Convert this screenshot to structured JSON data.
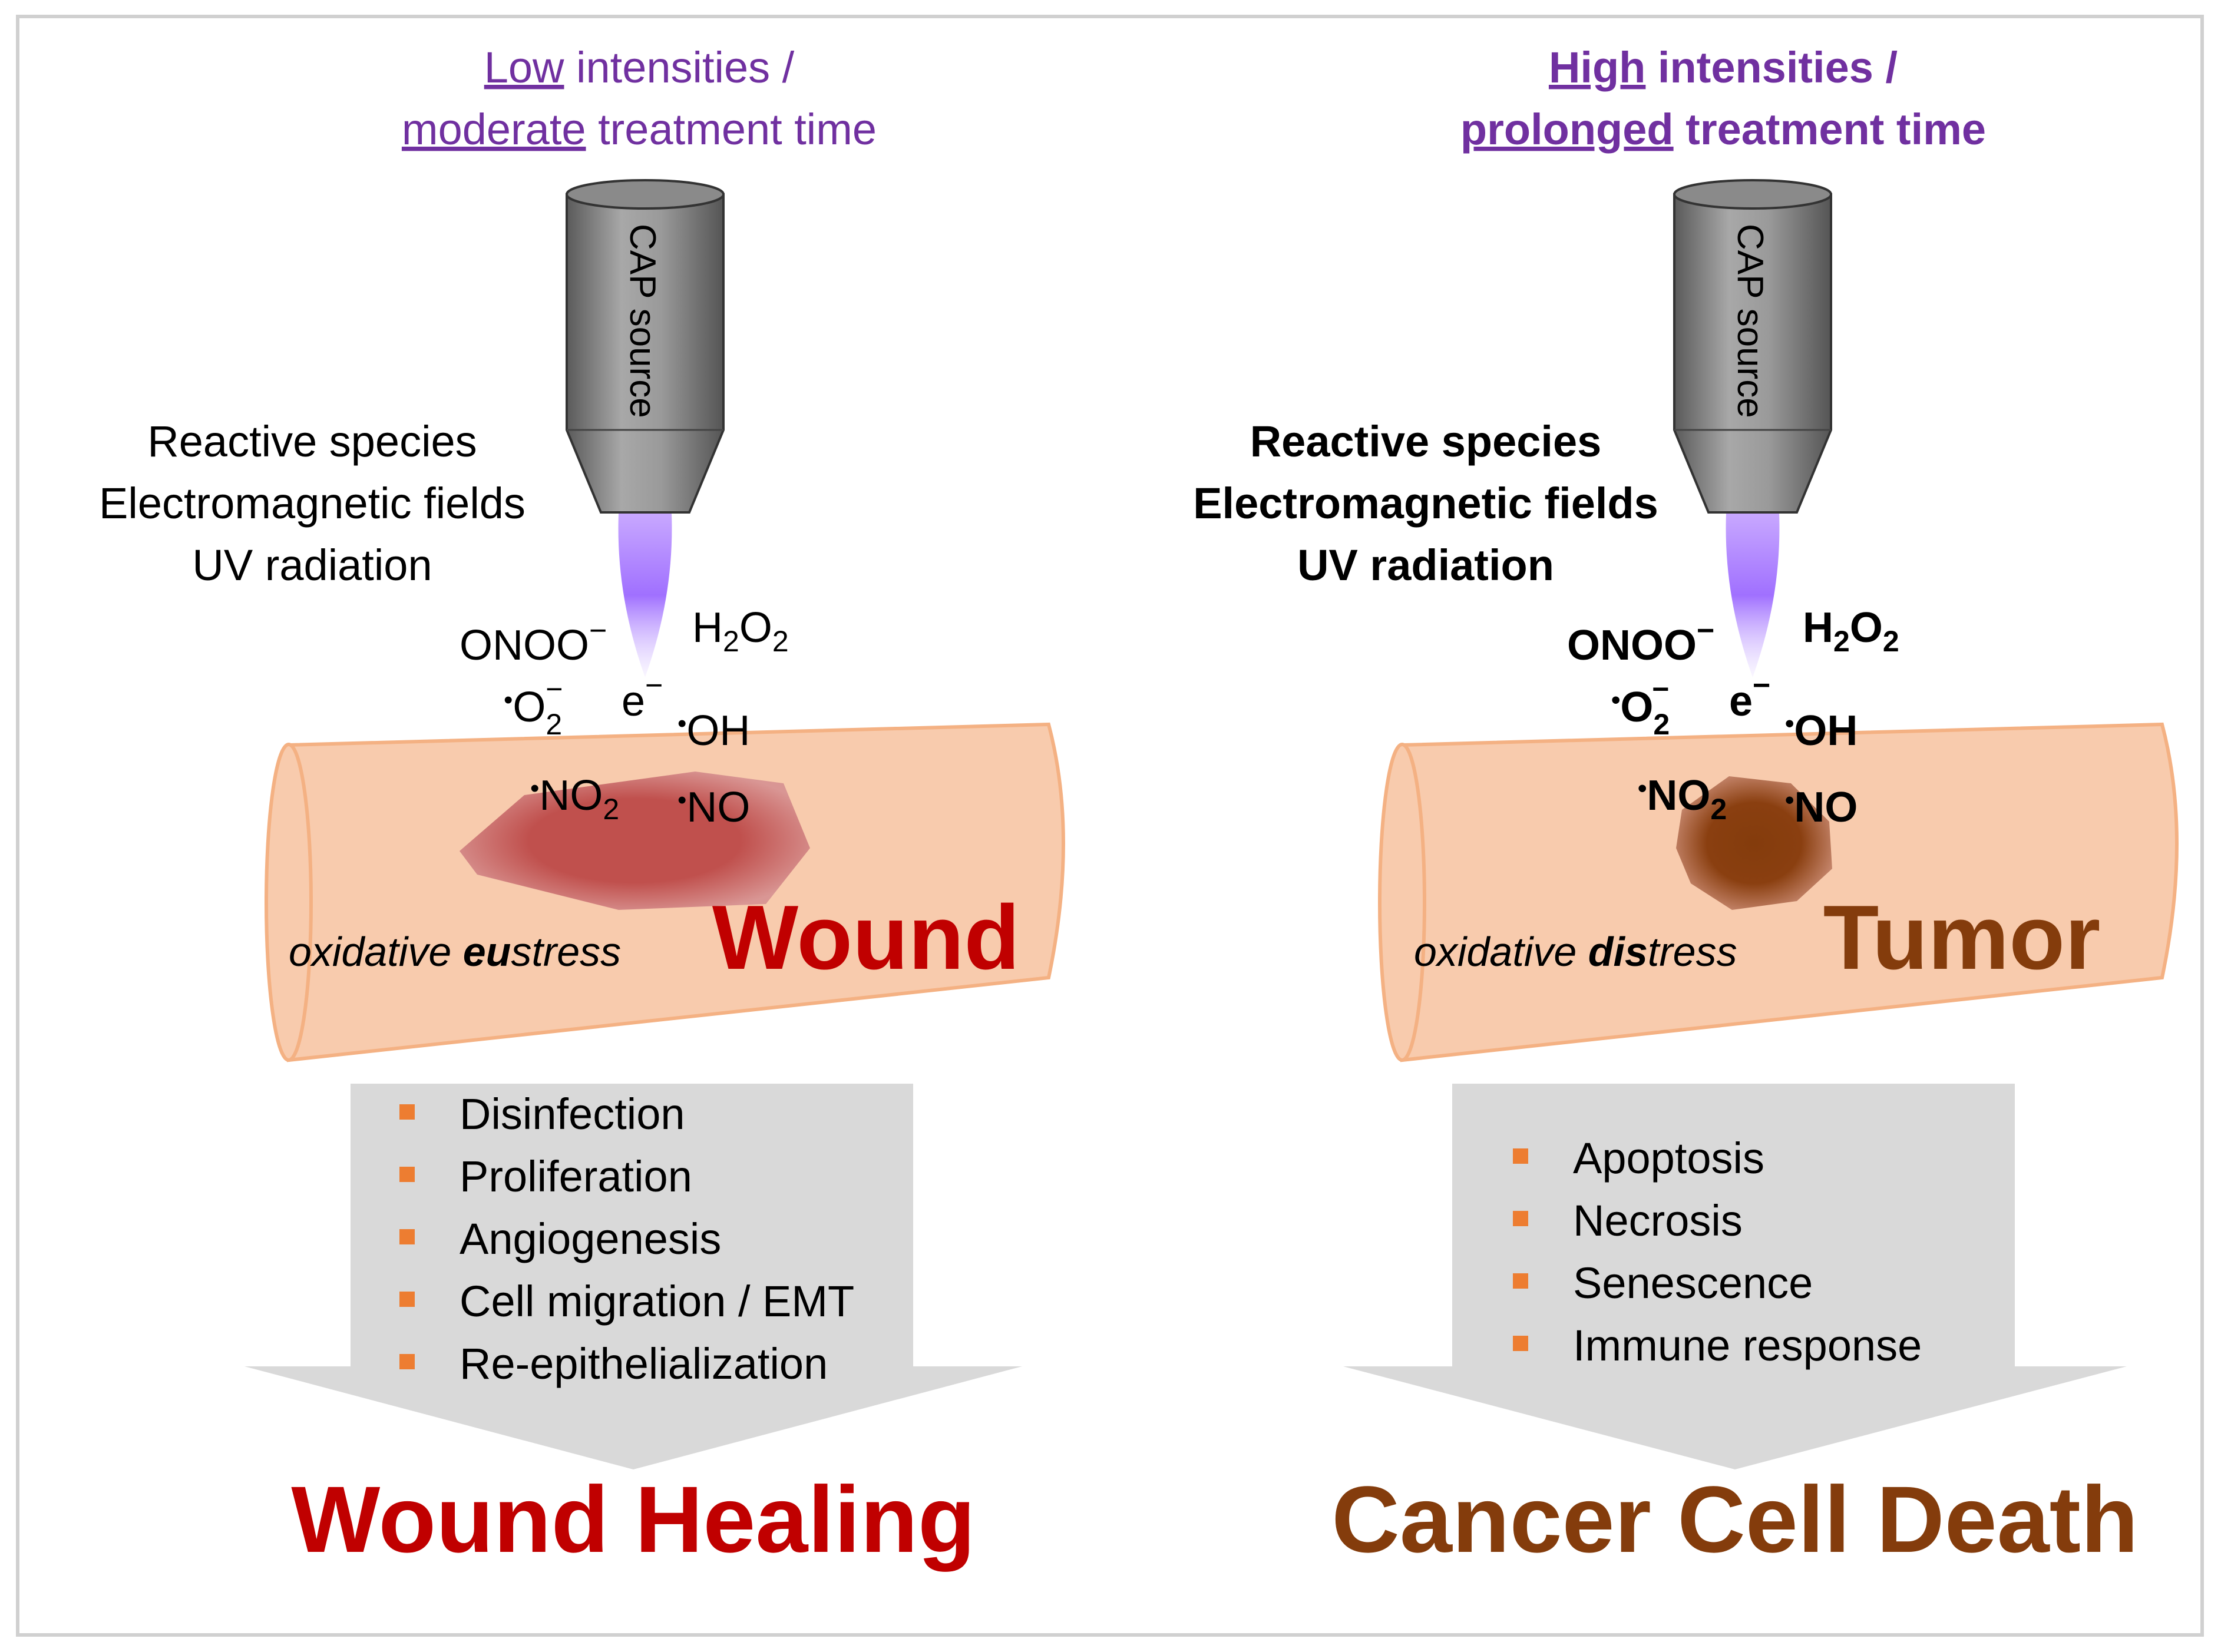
{
  "left": {
    "heading": {
      "line1_underlined": "Low",
      "line1_rest": " intensities /",
      "line2_underlined": "moderate",
      "line2_rest": " treatment time"
    },
    "source_label": "CAP source",
    "factors": [
      "Reactive species",
      "Electromagnetic fields",
      "UV radiation"
    ],
    "species": {
      "onoo": "ONOO",
      "onoo_charge": "−",
      "h2o2_h": "H",
      "h2o2_sub1": "2",
      "h2o2_o": "O",
      "h2o2_sub2": "2",
      "o2_base": "O",
      "o2_sub": "2",
      "o2_charge": "−",
      "electron": "e",
      "electron_charge": "−",
      "oh": "OH",
      "no2_base": "NO",
      "no2_sub": "2",
      "no": "NO",
      "radical_dot": "•"
    },
    "stress_prefix": "oxidative ",
    "stress_bold": "eu",
    "stress_suffix": "stress",
    "lesion_label": "Wound",
    "effects": [
      "Disinfection",
      "Proliferation",
      "Angiogenesis",
      "Cell migration / EMT",
      "Re-epithelialization"
    ],
    "outcome": "Wound Healing"
  },
  "right": {
    "heading": {
      "line1_underlined": "High",
      "line1_rest": " intensities /",
      "line2_underlined": "prolonged",
      "line2_rest": " treatment time"
    },
    "source_label": "CAP source",
    "factors": [
      "Reactive species",
      "Electromagnetic fields",
      "UV radiation"
    ],
    "species": {
      "onoo": "ONOO",
      "onoo_charge": "−",
      "h2o2_h": "H",
      "h2o2_sub1": "2",
      "h2o2_o": "O",
      "h2o2_sub2": "2",
      "o2_base": "O",
      "o2_sub": "2",
      "o2_charge": "−",
      "electron": "e",
      "electron_charge": "−",
      "oh": "OH",
      "no2_base": "NO",
      "no2_sub": "2",
      "no": "NO",
      "radical_dot": "•"
    },
    "stress_prefix": "oxidative ",
    "stress_bold": "dis",
    "stress_suffix": "tress",
    "lesion_label": "Tumor",
    "effects": [
      "Apoptosis",
      "Necrosis",
      "Senescence",
      "Immune response"
    ],
    "outcome": "Cancer Cell Death"
  },
  "colors": {
    "heading_purple": "#7030a0",
    "wound_red": "#c00000",
    "tumor_brown": "#843c0c",
    "tissue_fill": "#f8cbad",
    "tissue_stroke": "#f4b183",
    "arrow_gray": "#d9d9d9",
    "bullet_orange": "#ed7d31",
    "plasma_violet": "#a070ff"
  }
}
